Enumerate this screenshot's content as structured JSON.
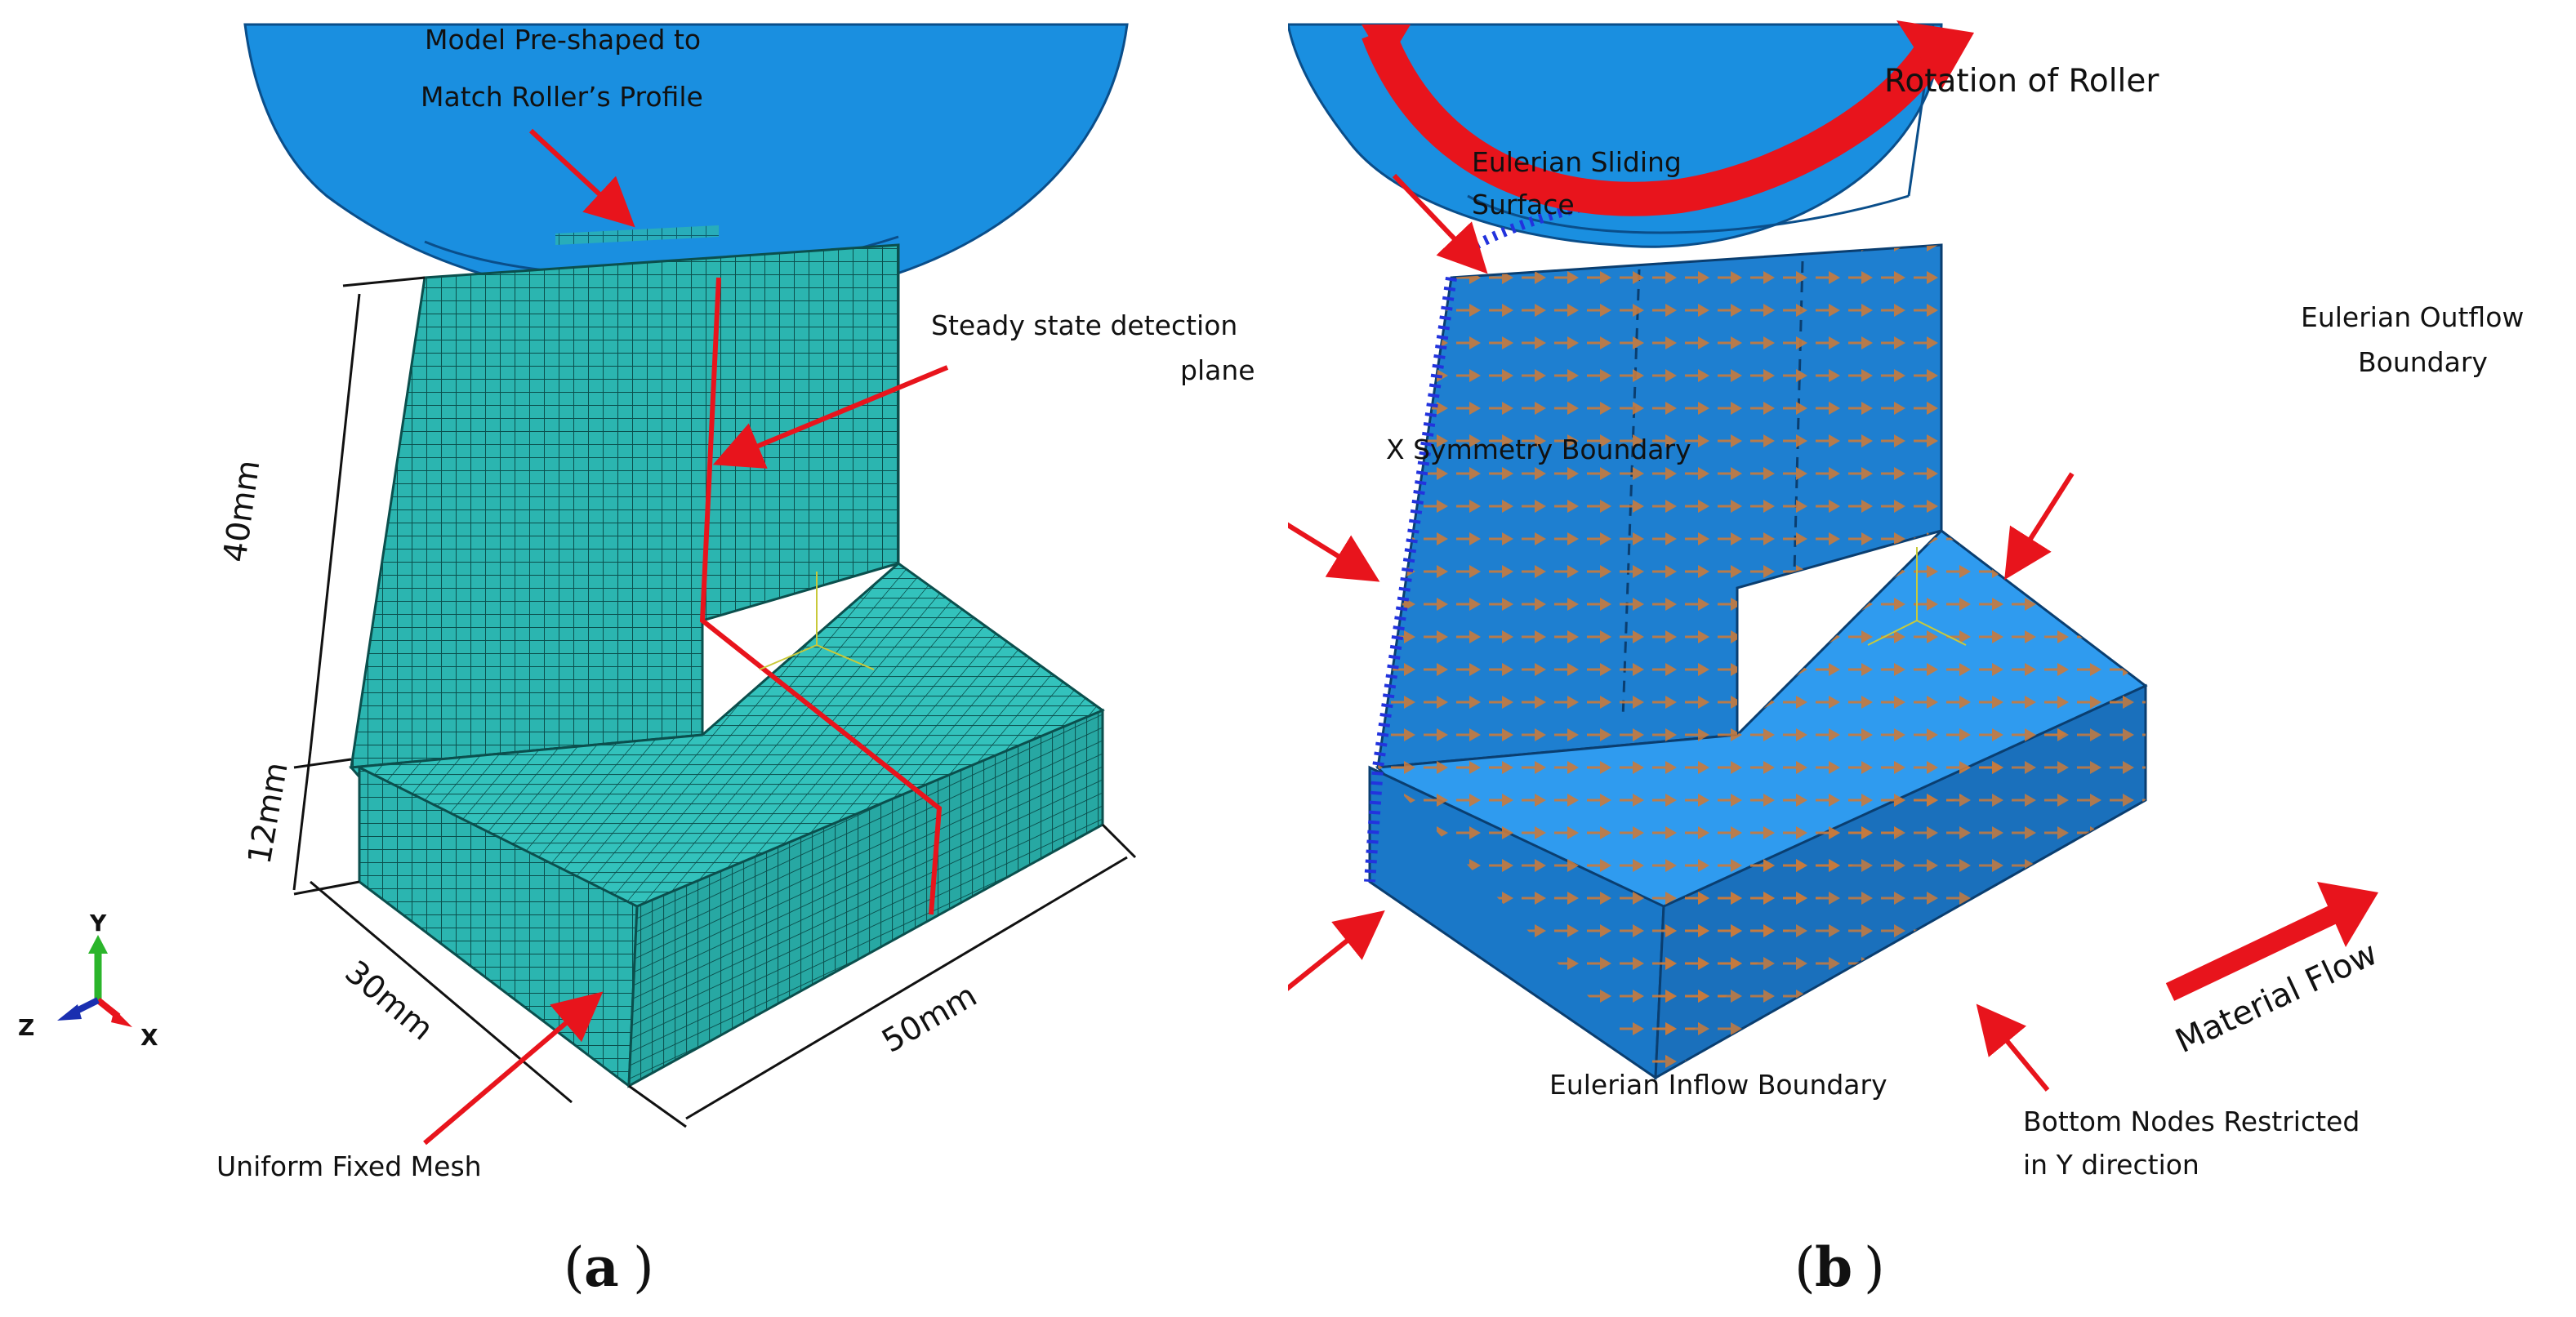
{
  "panel_a": {
    "caption_letter": "a",
    "labels": {
      "preshaped_line1": "Model Pre-shaped to",
      "preshaped_line2": "Match Roller’s Profile",
      "steady_line1": "Steady state detection",
      "steady_line2": "plane",
      "mesh": "Uniform Fixed Mesh"
    },
    "dimensions": {
      "height_web": "40mm",
      "height_flange": "12mm",
      "width": "30mm",
      "length": "50mm"
    },
    "triad": {
      "y": "Y",
      "z": "Z",
      "x": "X"
    }
  },
  "panel_b": {
    "caption_letter": "b",
    "labels": {
      "rotation": "Rotation of Roller",
      "sliding_line1": "Eulerian Sliding",
      "sliding_line2": "Surface",
      "outflow_line1": "Eulerian Outflow",
      "outflow_line2": "Boundary",
      "xsym": "X Symmetry Boundary",
      "inflow": "Eulerian Inflow Boundary",
      "bottom_line1": "Bottom Nodes Restricted",
      "bottom_line2": "in Y direction",
      "flow": "Material Flow"
    }
  },
  "colors": {
    "mesh_teal": "#2bb5b0",
    "roller_blue": "#1a8fe0",
    "domain_blue": "#1e7fd0",
    "arrow_red": "#e8141c",
    "load_orange": "#c87a3c"
  }
}
